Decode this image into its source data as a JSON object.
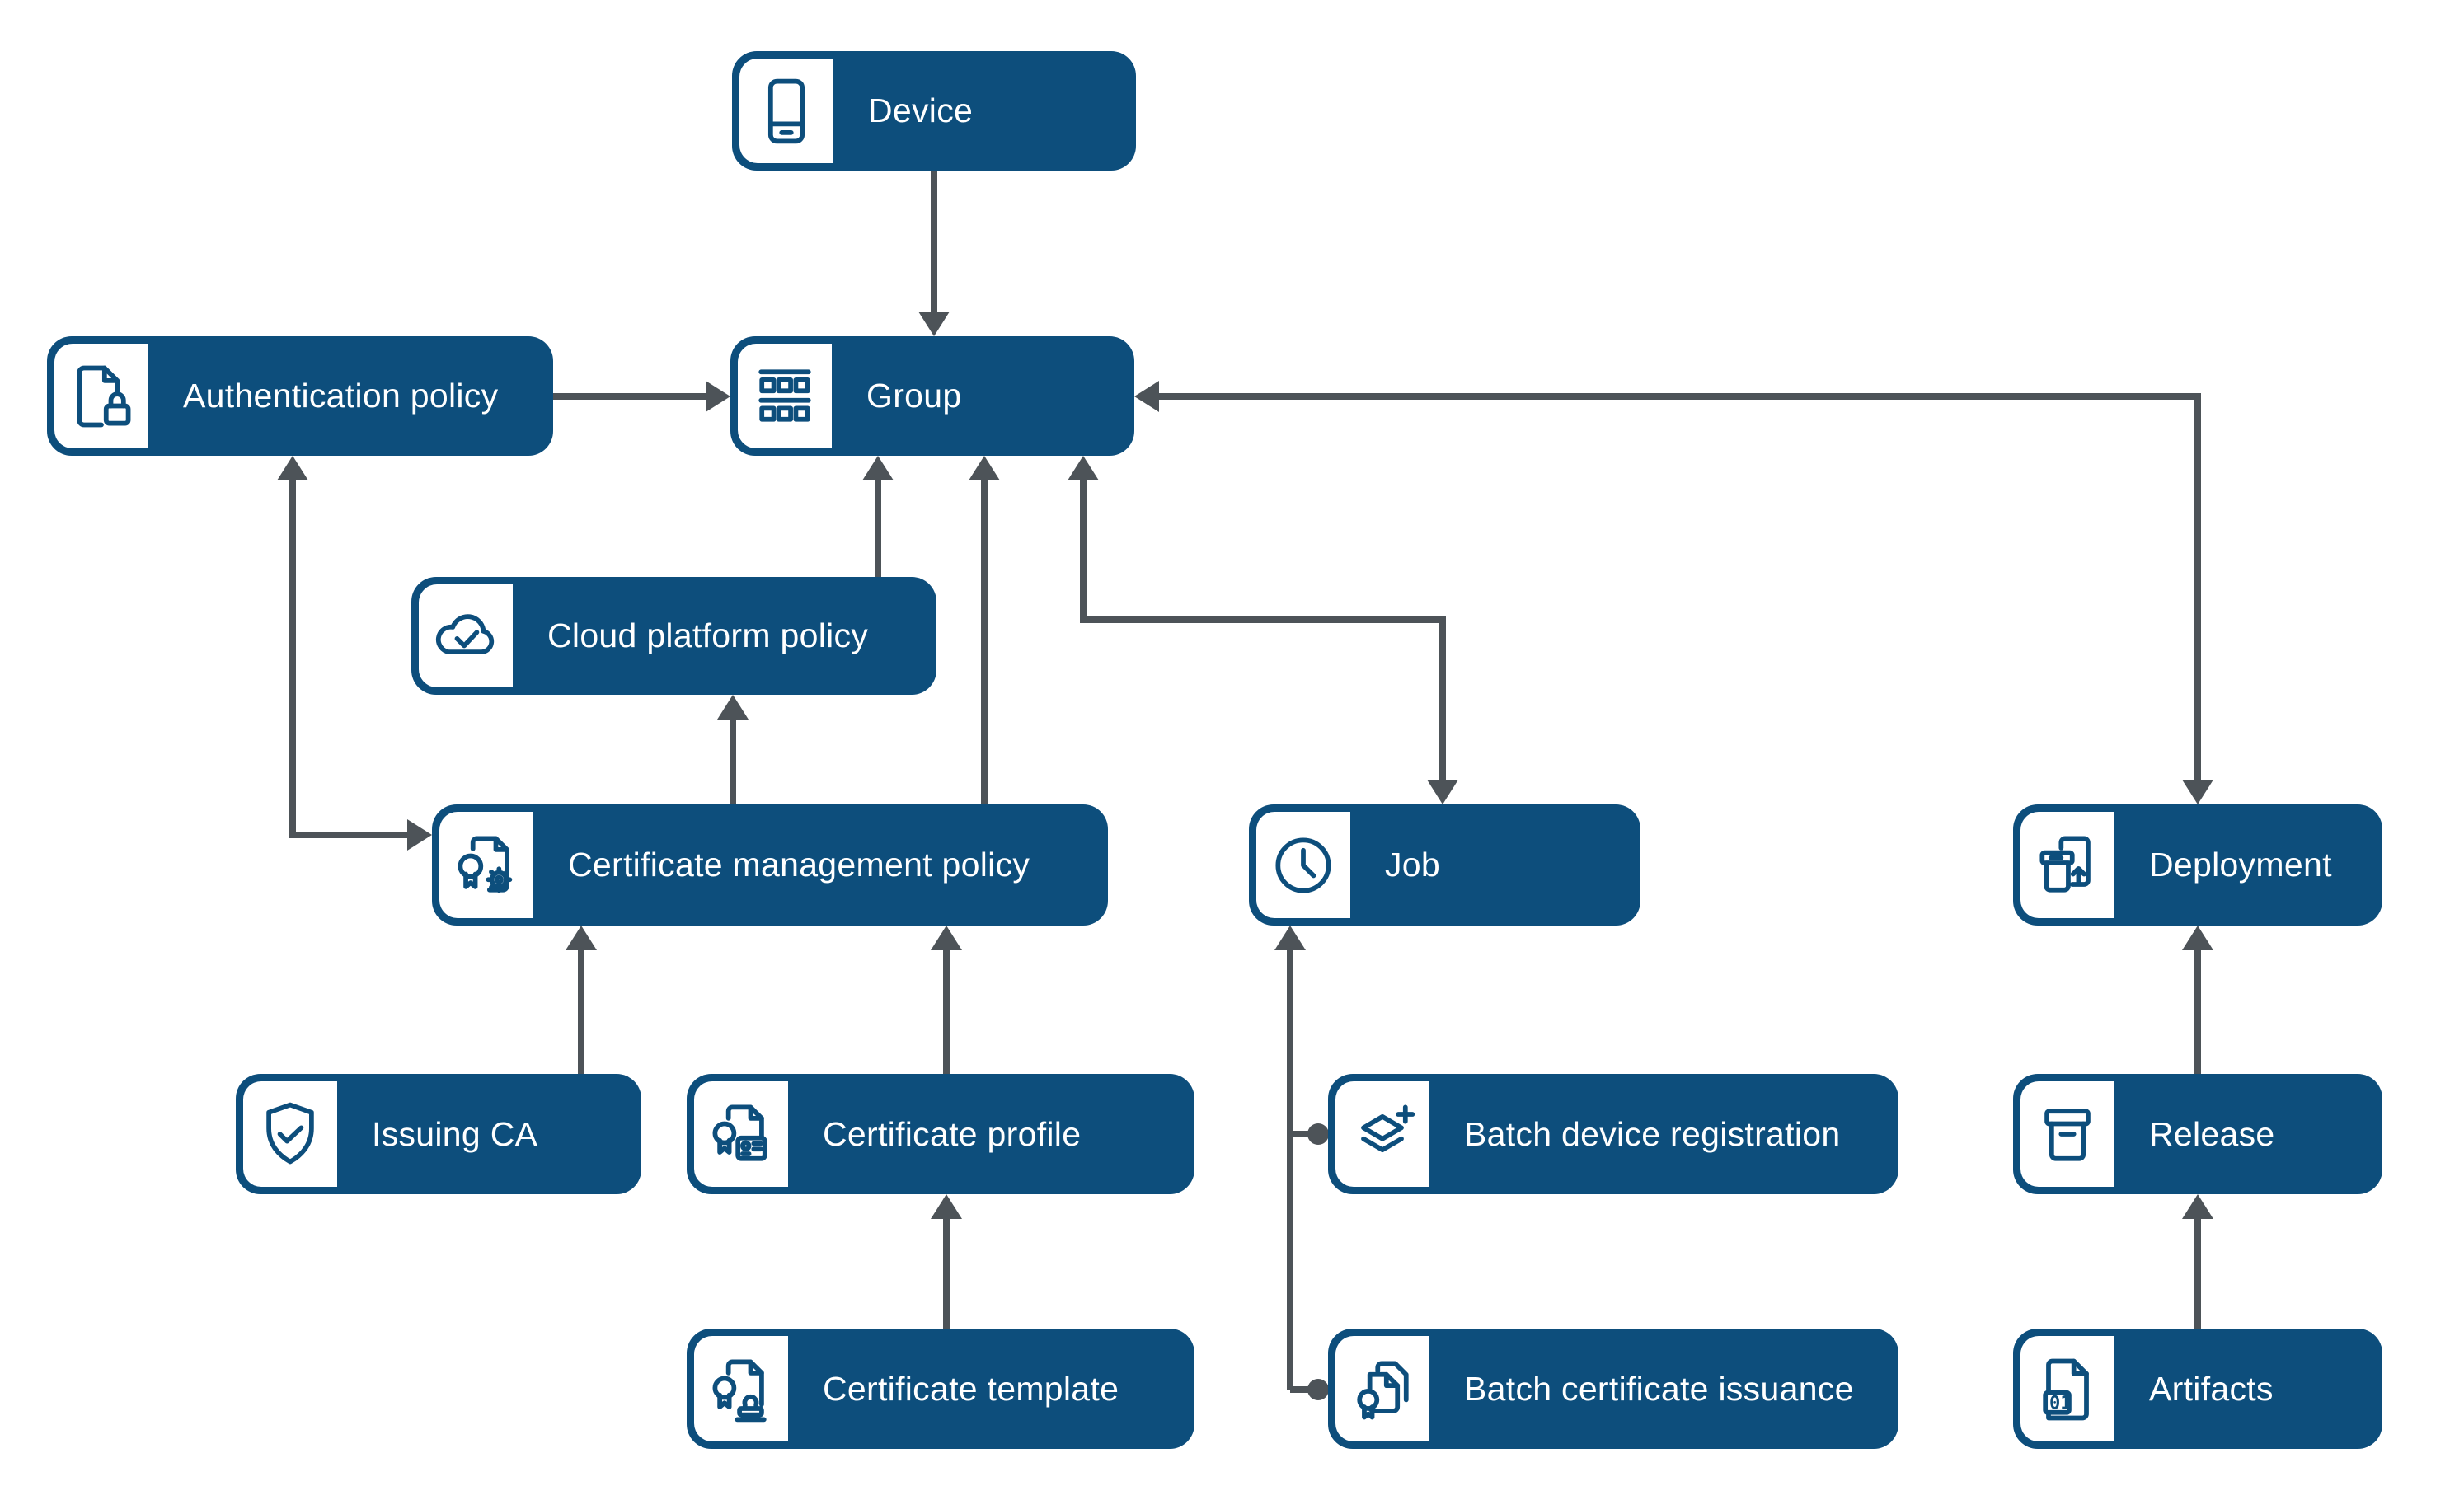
{
  "diagram": {
    "background": "#ffffff",
    "colors": {
      "node_fill": "#0d4e7c",
      "node_text": "#ffffff",
      "icon_background": "#ffffff",
      "icon_stroke": "#0d4e7c",
      "arrow": "#4d5358"
    },
    "nodes": {
      "device": {
        "label": "Device",
        "icon": "tablet-device-icon"
      },
      "group": {
        "label": "Group",
        "icon": "group-racks-icon"
      },
      "auth_policy": {
        "label": "Authentication policy",
        "icon": "document-lock-icon"
      },
      "cloud_platform_policy": {
        "label": "Cloud platform policy",
        "icon": "cloud-check-icon"
      },
      "cert_mgmt_policy": {
        "label": "Certificate management policy",
        "icon": "certificate-gear-icon"
      },
      "job": {
        "label": "Job",
        "icon": "clock-icon"
      },
      "deployment": {
        "label": "Deployment",
        "icon": "box-upload-device-icon"
      },
      "issuing_ca": {
        "label": "Issuing CA",
        "icon": "shield-check-icon"
      },
      "cert_profile": {
        "label": "Certificate profile",
        "icon": "certificate-id-card-icon"
      },
      "cert_template": {
        "label": "Certificate template",
        "icon": "certificate-stamp-icon"
      },
      "batch_device_registration": {
        "label": "Batch device registration",
        "icon": "layers-plus-icon"
      },
      "batch_cert_issuance": {
        "label": "Batch certificate issuance",
        "icon": "documents-rosette-icon"
      },
      "release": {
        "label": "Release",
        "icon": "archive-box-icon"
      },
      "artifacts": {
        "label": "Artifacts",
        "icon": "binary-file-icon"
      }
    },
    "icons": {
      "artifacts_badge": "01"
    },
    "edges": [
      {
        "from": "Device",
        "to": "Group",
        "heads": [
          "to"
        ]
      },
      {
        "from": "Authentication policy",
        "to": "Group",
        "heads": [
          "to"
        ]
      },
      {
        "from": "Group",
        "to": "Deployment",
        "heads": [
          "from",
          "to"
        ]
      },
      {
        "from": "Cloud platform policy",
        "to": "Group",
        "heads": [
          "to"
        ]
      },
      {
        "from": "Certificate management policy",
        "to": "Group",
        "heads": [
          "to"
        ]
      },
      {
        "from": "Group",
        "to": "Job",
        "heads": [
          "from",
          "to"
        ]
      },
      {
        "from": "Certificate management policy",
        "to": "Authentication policy",
        "heads": [
          "from",
          "to"
        ]
      },
      {
        "from": "Certificate management policy",
        "to": "Cloud platform policy",
        "heads": [
          "to"
        ]
      },
      {
        "from": "Issuing CA",
        "to": "Certificate management policy",
        "heads": [
          "to"
        ]
      },
      {
        "from": "Certificate profile",
        "to": "Certificate management policy",
        "heads": [
          "to"
        ]
      },
      {
        "from": "Certificate template",
        "to": "Certificate profile",
        "heads": [
          "to"
        ]
      },
      {
        "from": "Batch device registration",
        "to": "Job",
        "heads": [
          "to"
        ],
        "from_terminal": "dot"
      },
      {
        "from": "Batch certificate issuance",
        "to": "Job",
        "heads": [
          "to"
        ],
        "from_terminal": "dot"
      },
      {
        "from": "Release",
        "to": "Deployment",
        "heads": [
          "to"
        ]
      },
      {
        "from": "Artifacts",
        "to": "Release",
        "heads": [
          "to"
        ]
      }
    ]
  }
}
